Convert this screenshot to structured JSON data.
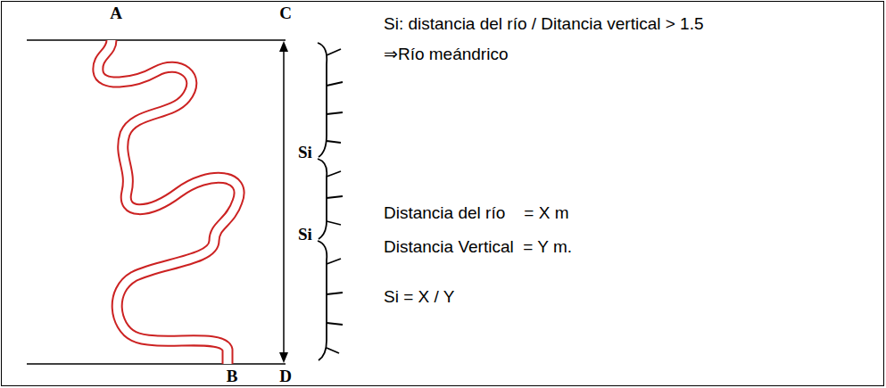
{
  "diagram": {
    "labels": [
      "A",
      "C",
      "Si: distancia del río / Ditancia vertical > 1.5",
      "⇒Río meándrico",
      "Si",
      "Si",
      "Distancia del río    = X m",
      "Distancia Vertical  = Y m.",
      "Si = X / Y",
      "B",
      "D"
    ]
  }
}
